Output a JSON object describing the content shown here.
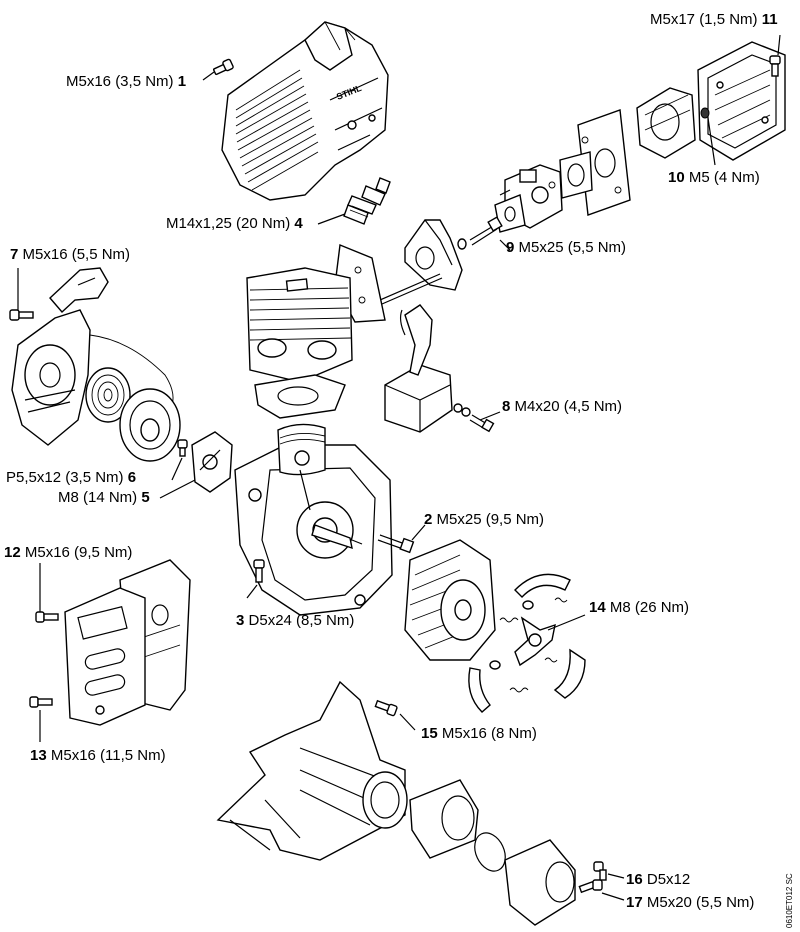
{
  "callouts": [
    {
      "num": "1",
      "spec": "M5x16 (3,5 Nm)"
    },
    {
      "num": "2",
      "spec": "M5x25 (9,5 Nm)"
    },
    {
      "num": "3",
      "spec": "D5x24 (8,5 Nm)"
    },
    {
      "num": "4",
      "spec": "M14x1,25 (20 Nm)"
    },
    {
      "num": "5",
      "spec": "M8 (14 Nm)"
    },
    {
      "num": "6",
      "spec": "P5,5x12 (3,5 Nm)"
    },
    {
      "num": "7",
      "spec": "M5x16 (5,5 Nm)"
    },
    {
      "num": "8",
      "spec": "M4x20 (4,5 Nm)"
    },
    {
      "num": "9",
      "spec": "M5x25 (5,5 Nm)"
    },
    {
      "num": "10",
      "spec": "M5 (4 Nm)"
    },
    {
      "num": "11",
      "spec": "M5x17 (1,5 Nm)"
    },
    {
      "num": "12",
      "spec": "M5x16 (9,5 Nm)"
    },
    {
      "num": "13",
      "spec": "M5x16 (11,5 Nm)"
    },
    {
      "num": "14",
      "spec": "M8 (26 Nm)"
    },
    {
      "num": "15",
      "spec": "M5x16 (8 Nm)"
    },
    {
      "num": "16",
      "spec": "D5x12"
    },
    {
      "num": "17",
      "spec": "M5x20 (5,5 Nm)"
    }
  ],
  "logo_text": "STIHL",
  "drawing_code": "0610ET012 SC"
}
